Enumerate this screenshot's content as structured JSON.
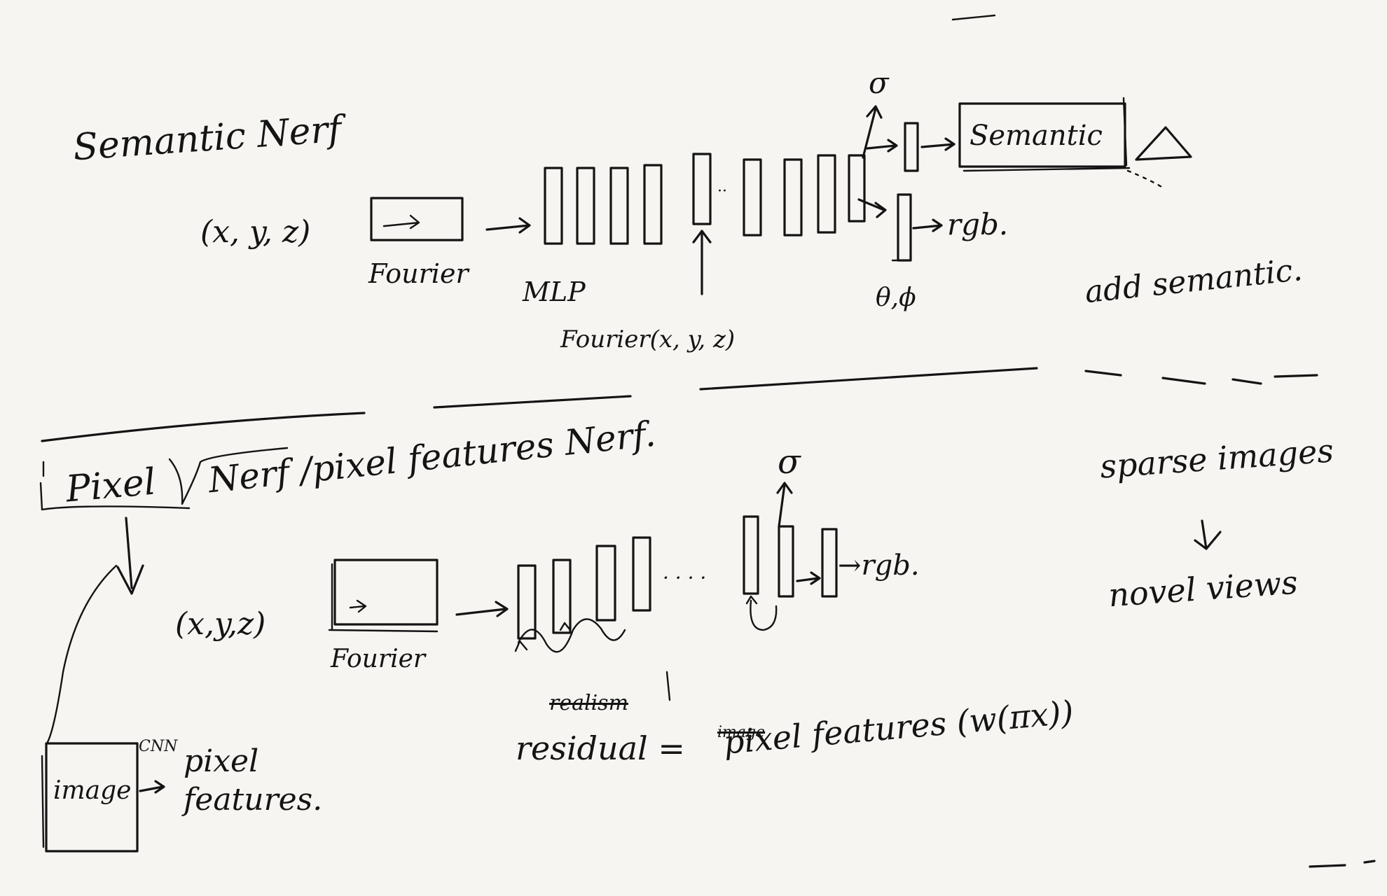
{
  "colors": {
    "paper": "#f6f5f2",
    "ink": "#141414"
  },
  "top": {
    "title": "Semantic Nerf",
    "input": "(x, y, z)",
    "fourier": "Fourier",
    "mlp": "MLP",
    "skip_input": "Fourier(x, y, z)",
    "sigma": "σ",
    "semantic_box": "Semantic",
    "rgb": "rgb.",
    "view_dir": "θ,ϕ",
    "note": "add semantic."
  },
  "bottom": {
    "title_pixel": "Pixel",
    "title_rest": "Nerf /pixel features Nerf.",
    "input": "(x,y,z)",
    "fourier": "Fourier",
    "sigma": "σ",
    "rgb": "→rgb.",
    "dots": "· · · ·",
    "residual_struck": "realism",
    "residual": "residual =",
    "residual_struck2": "image",
    "residual_value": "pixel features (w(πx))",
    "image_box": "image",
    "cnn": "CNN",
    "pixel_features": "pixel\nfeatures.",
    "sparse": "sparse images",
    "novel": "novel views"
  }
}
